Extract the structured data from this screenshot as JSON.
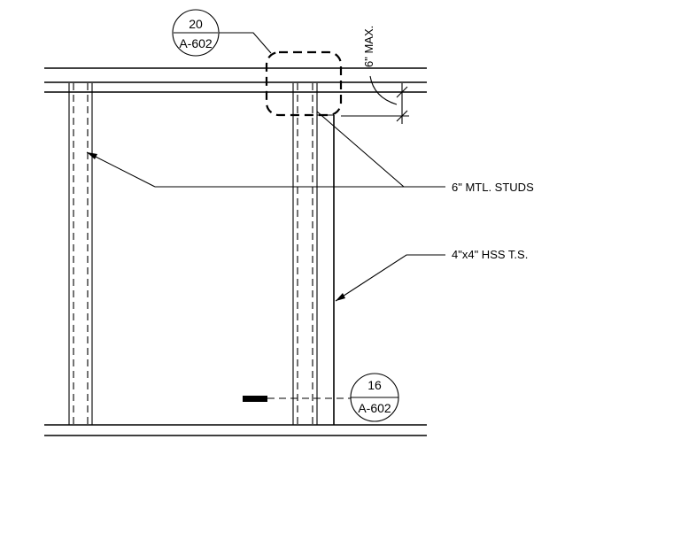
{
  "detail_tags": [
    {
      "number": "20",
      "sheet": "A-602"
    },
    {
      "number": "16",
      "sheet": "A-602"
    }
  ],
  "notes": {
    "max_dimension": "6\" MAX.",
    "studs": "6\" MTL. STUDS",
    "tube_steel": "4\"x4\" HSS T.S."
  }
}
